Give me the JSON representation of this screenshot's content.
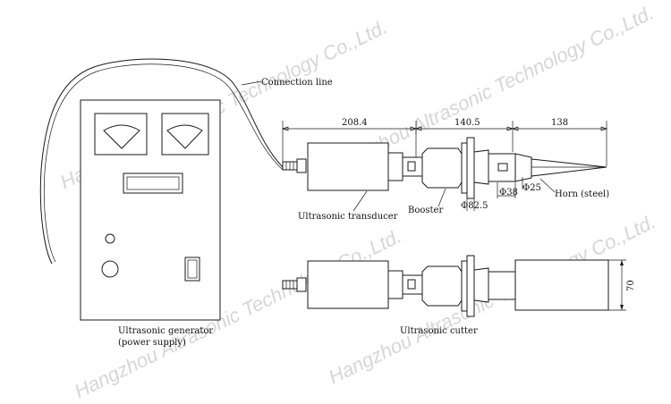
{
  "labels": {
    "connection_line": "Connection line",
    "ultrasonic_transducer": "Ultrasonic transducer",
    "booster": "Booster",
    "horn": "Horn (steel)",
    "generator_line1": "Ultrasonic generator",
    "generator_line2": "(power supply)",
    "cutter": "Ultrasonic cutter"
  },
  "dimensions": {
    "d1": "208.4",
    "d2": "140.5",
    "d3": "138",
    "dia_booster": "Φ82.5",
    "dia_38": "Φ38",
    "dia_25": "Φ25",
    "height_70": "70"
  },
  "watermark": "Hangzhou Altrasonic Technology Co.,Ltd."
}
